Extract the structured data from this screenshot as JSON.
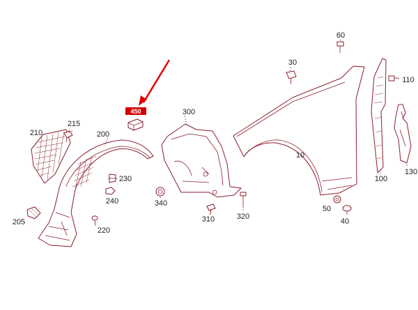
{
  "diagram": {
    "highlight_label": "450",
    "labels": {
      "p10": "10",
      "p30": "30",
      "p40": "40",
      "p50": "50",
      "p60": "60",
      "p100": "100",
      "p110": "110",
      "p130": "130",
      "p200": "200",
      "p205": "205",
      "p210": "210",
      "p215": "215",
      "p220": "220",
      "p230": "230",
      "p240": "240",
      "p300": "300",
      "p310": "310",
      "p320": "320",
      "p340": "340"
    }
  },
  "colors": {
    "line": "#8a1c2a",
    "highlight": "#d40000",
    "arrow": "#e00000"
  }
}
